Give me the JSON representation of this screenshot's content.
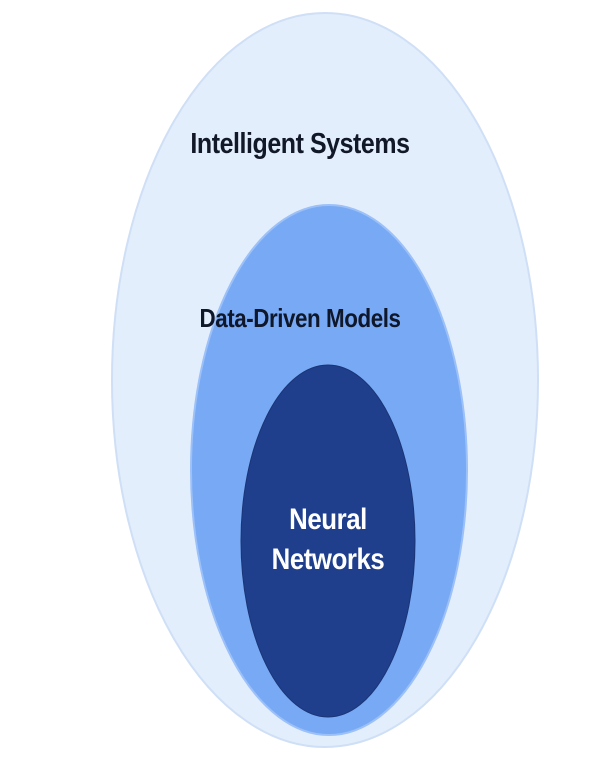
{
  "diagram": {
    "title": "",
    "levels": [
      {
        "id": "outer",
        "label": "Intelligent Systems",
        "fill": "#E3EEFC",
        "stroke": "#CFDFF6"
      },
      {
        "id": "middle",
        "label": "Data-Driven Models",
        "fill": "#78A9F4",
        "stroke": "#9CC0F8"
      },
      {
        "id": "inner",
        "label_line1": "Neural",
        "label_line2": "Networks",
        "fill": "#1F3F8C",
        "stroke": "#1A3577"
      }
    ]
  }
}
